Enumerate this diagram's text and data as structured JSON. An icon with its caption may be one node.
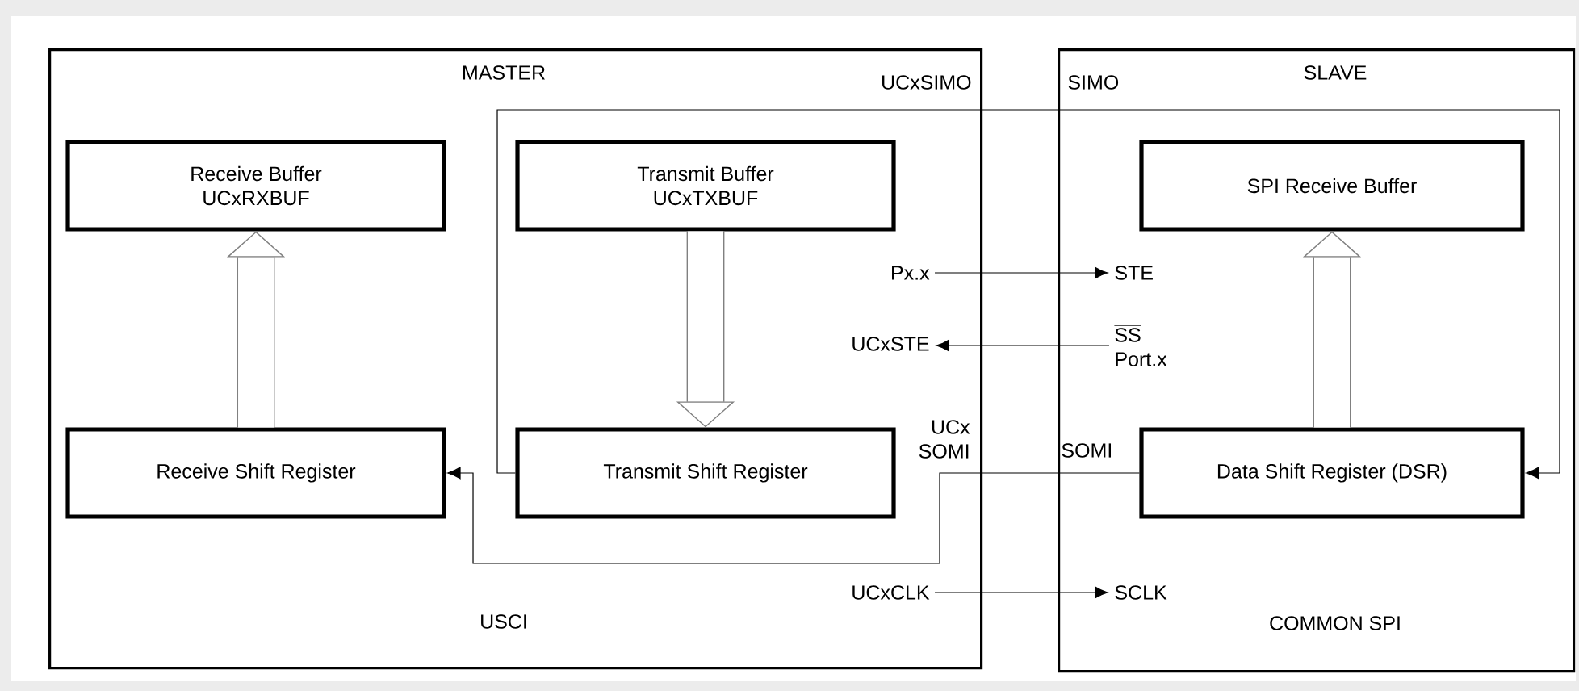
{
  "diagram": {
    "nodes": [
      {
        "text": [
          "MASTER",
          "USCI"
        ]
      },
      {
        "text": [
          "Receive Buffer",
          "UCxRXBUF"
        ],
        "in": 0
      },
      {
        "text": [
          "Transmit Buffer",
          "UCxTXBUF"
        ],
        "in": 0
      },
      {
        "text": [
          "Receive Shift Register"
        ],
        "in": 0
      },
      {
        "text": [
          "Transmit Shift Register"
        ],
        "in": 0
      },
      {
        "text": [
          "SLAVE",
          "COMMON SPI"
        ]
      },
      {
        "text": [
          "SPI Receive Buffer"
        ],
        "in": 5
      },
      {
        "text": [
          "Data Shift Register (DSR)"
        ],
        "in": 5
      },
      {
        "text": [
          "Px.x"
        ],
        "in": 0
      },
      {
        "text": [
          "STE"
        ],
        "in": 5
      },
      {
        "text": [
          "UCxSTE"
        ],
        "in": 0
      },
      {
        "text": [
          "SS",
          "Port.x"
        ],
        "in": 5
      },
      {
        "text": [
          "UCxCLK"
        ],
        "in": 0
      },
      {
        "text": [
          "SCLK"
        ],
        "in": 5
      }
    ],
    "edges": [
      {
        "from": 4,
        "to": 7,
        "arrow": "to"
      },
      {
        "from": 7,
        "to": 3,
        "arrow": "to"
      },
      {
        "from": 8,
        "to": 9,
        "arrow": "to"
      },
      {
        "from": 11,
        "to": 10,
        "arrow": "to"
      },
      {
        "from": 12,
        "to": 13,
        "arrow": "to"
      },
      {
        "from": 3,
        "to": 1,
        "arrow": "to",
        "style": "thick",
        "color": "#808080"
      },
      {
        "from": 2,
        "to": 4,
        "arrow": "to",
        "style": "thick",
        "color": "#808080"
      },
      {
        "from": 7,
        "to": 6,
        "arrow": "to",
        "style": "thick",
        "color": "#808080"
      }
    ],
    "labels": [
      "UCxSIMO",
      "SIMO",
      "UCx SOMI",
      "SOMI"
    ]
  }
}
